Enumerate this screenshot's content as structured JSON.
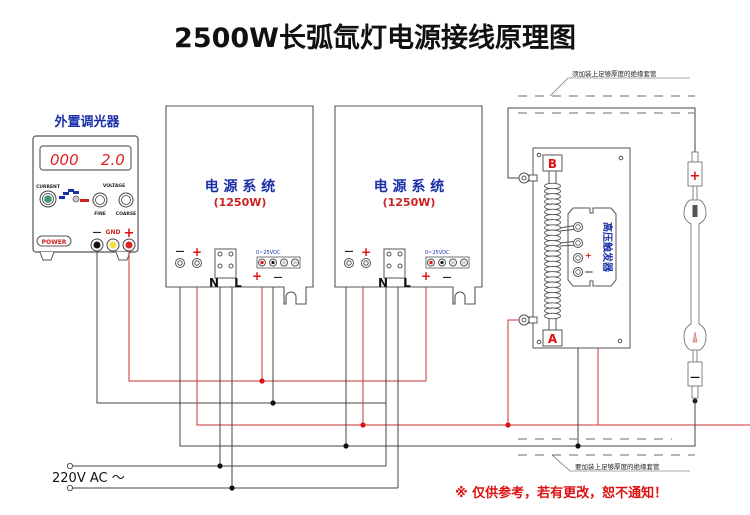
{
  "title": "2500W长弧氙灯电源接线原理图",
  "dimmer": {
    "label": "外置调光器",
    "display_current": "000",
    "display_voltage": "2.0",
    "knob_current_label": "CURRENT",
    "knob_voltage_label": "VOLTAGE",
    "fine_label": "FINE",
    "coarse_label": "COARSE",
    "power_label": "POWER",
    "minus_label": "—",
    "gnd_label": "GND",
    "plus_label": "+"
  },
  "power_units": [
    {
      "name": "电 源 系 统",
      "rating": "(1250W)",
      "out_minus": "—",
      "out_plus": "+",
      "n_label": "N",
      "l_label": "L",
      "ctrl_label": "0~25VDC",
      "ctrl_plus": "+",
      "ctrl_minus": "—"
    },
    {
      "name": "电 源 系 统",
      "rating": "(1250W)",
      "out_minus": "—",
      "out_plus": "+",
      "n_label": "N",
      "l_label": "L",
      "ctrl_label": "0~25VDC",
      "ctrl_plus": "+",
      "ctrl_minus": "—"
    }
  ],
  "igniter": {
    "label": "高压触发器",
    "terminal_b": "B",
    "terminal_a": "A",
    "plus": "+",
    "minus": "—"
  },
  "lamp": {
    "plus": "+",
    "minus": "—"
  },
  "insulation_note_top": "须加装上足够厚度的绝缘套管",
  "insulation_note_bottom": "要加装上足够厚度的绝缘套管",
  "ac_input": "220V AC ～",
  "disclaimer": "※ 仅供参考，若有更改，恕不通知！",
  "colors": {
    "wire_black": "#444444",
    "wire_red": "#cc3333",
    "label_blue": "#1a2fa8",
    "label_red": "#dd1111",
    "led_red": "#e02020"
  }
}
